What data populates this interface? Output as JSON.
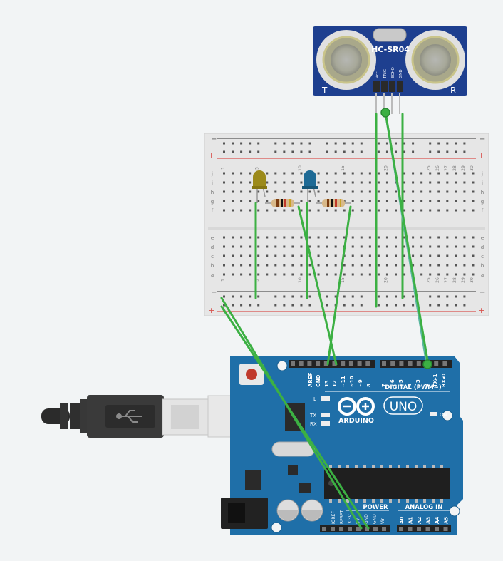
{
  "sensor": {
    "model": "HC-SR04",
    "pins": [
      "Vcc",
      "TRIG",
      "ECHO",
      "GND"
    ],
    "left_label": "T",
    "right_label": "R"
  },
  "breadboard": {
    "rail_minus": "−",
    "rail_plus": "+",
    "column_labels": [
      "1",
      "",
      "",
      "",
      "5",
      "",
      "",
      "",
      "",
      "10",
      "",
      "",
      "",
      "",
      "15",
      "",
      "",
      "",
      "",
      "20",
      "",
      "",
      "",
      "",
      "25",
      "26",
      "27",
      "28",
      "29",
      "30"
    ],
    "top_row_labels": [
      "j",
      "i",
      "h",
      "g",
      "f"
    ],
    "bottom_row_labels": [
      "e",
      "d",
      "c",
      "b",
      "a"
    ]
  },
  "arduino": {
    "digital_header": "DIGITAL (PWM~)",
    "digital_pins": [
      "AREF",
      "GND",
      "13",
      "12",
      "~11",
      "~10",
      "~9",
      "8",
      "7",
      "~6",
      "~5",
      "4",
      "~3",
      "2",
      "TX▸1",
      "RX◂0"
    ],
    "brand": "ARDUINO",
    "model": "UNO",
    "led_labels": [
      "L",
      "TX",
      "RX"
    ],
    "on_label": "ON",
    "power_header": "POWER",
    "power_pins": [
      "IOREF",
      "RESET",
      "3.3V",
      "5V",
      "GND",
      "GND",
      "Vin"
    ],
    "analog_header": "ANALOG IN",
    "analog_pins": [
      "A0",
      "A1",
      "A2",
      "A3",
      "A4",
      "A5"
    ]
  },
  "colors": {
    "background": "#f2f4f5",
    "sensor_board": "#1e3f8f",
    "arduino_board": "#1f6fa8",
    "wire": "#3cb043",
    "rail_red": "#d9534f",
    "led_yellow": "#9c8a1a",
    "led_blue": "#1e6a95"
  }
}
